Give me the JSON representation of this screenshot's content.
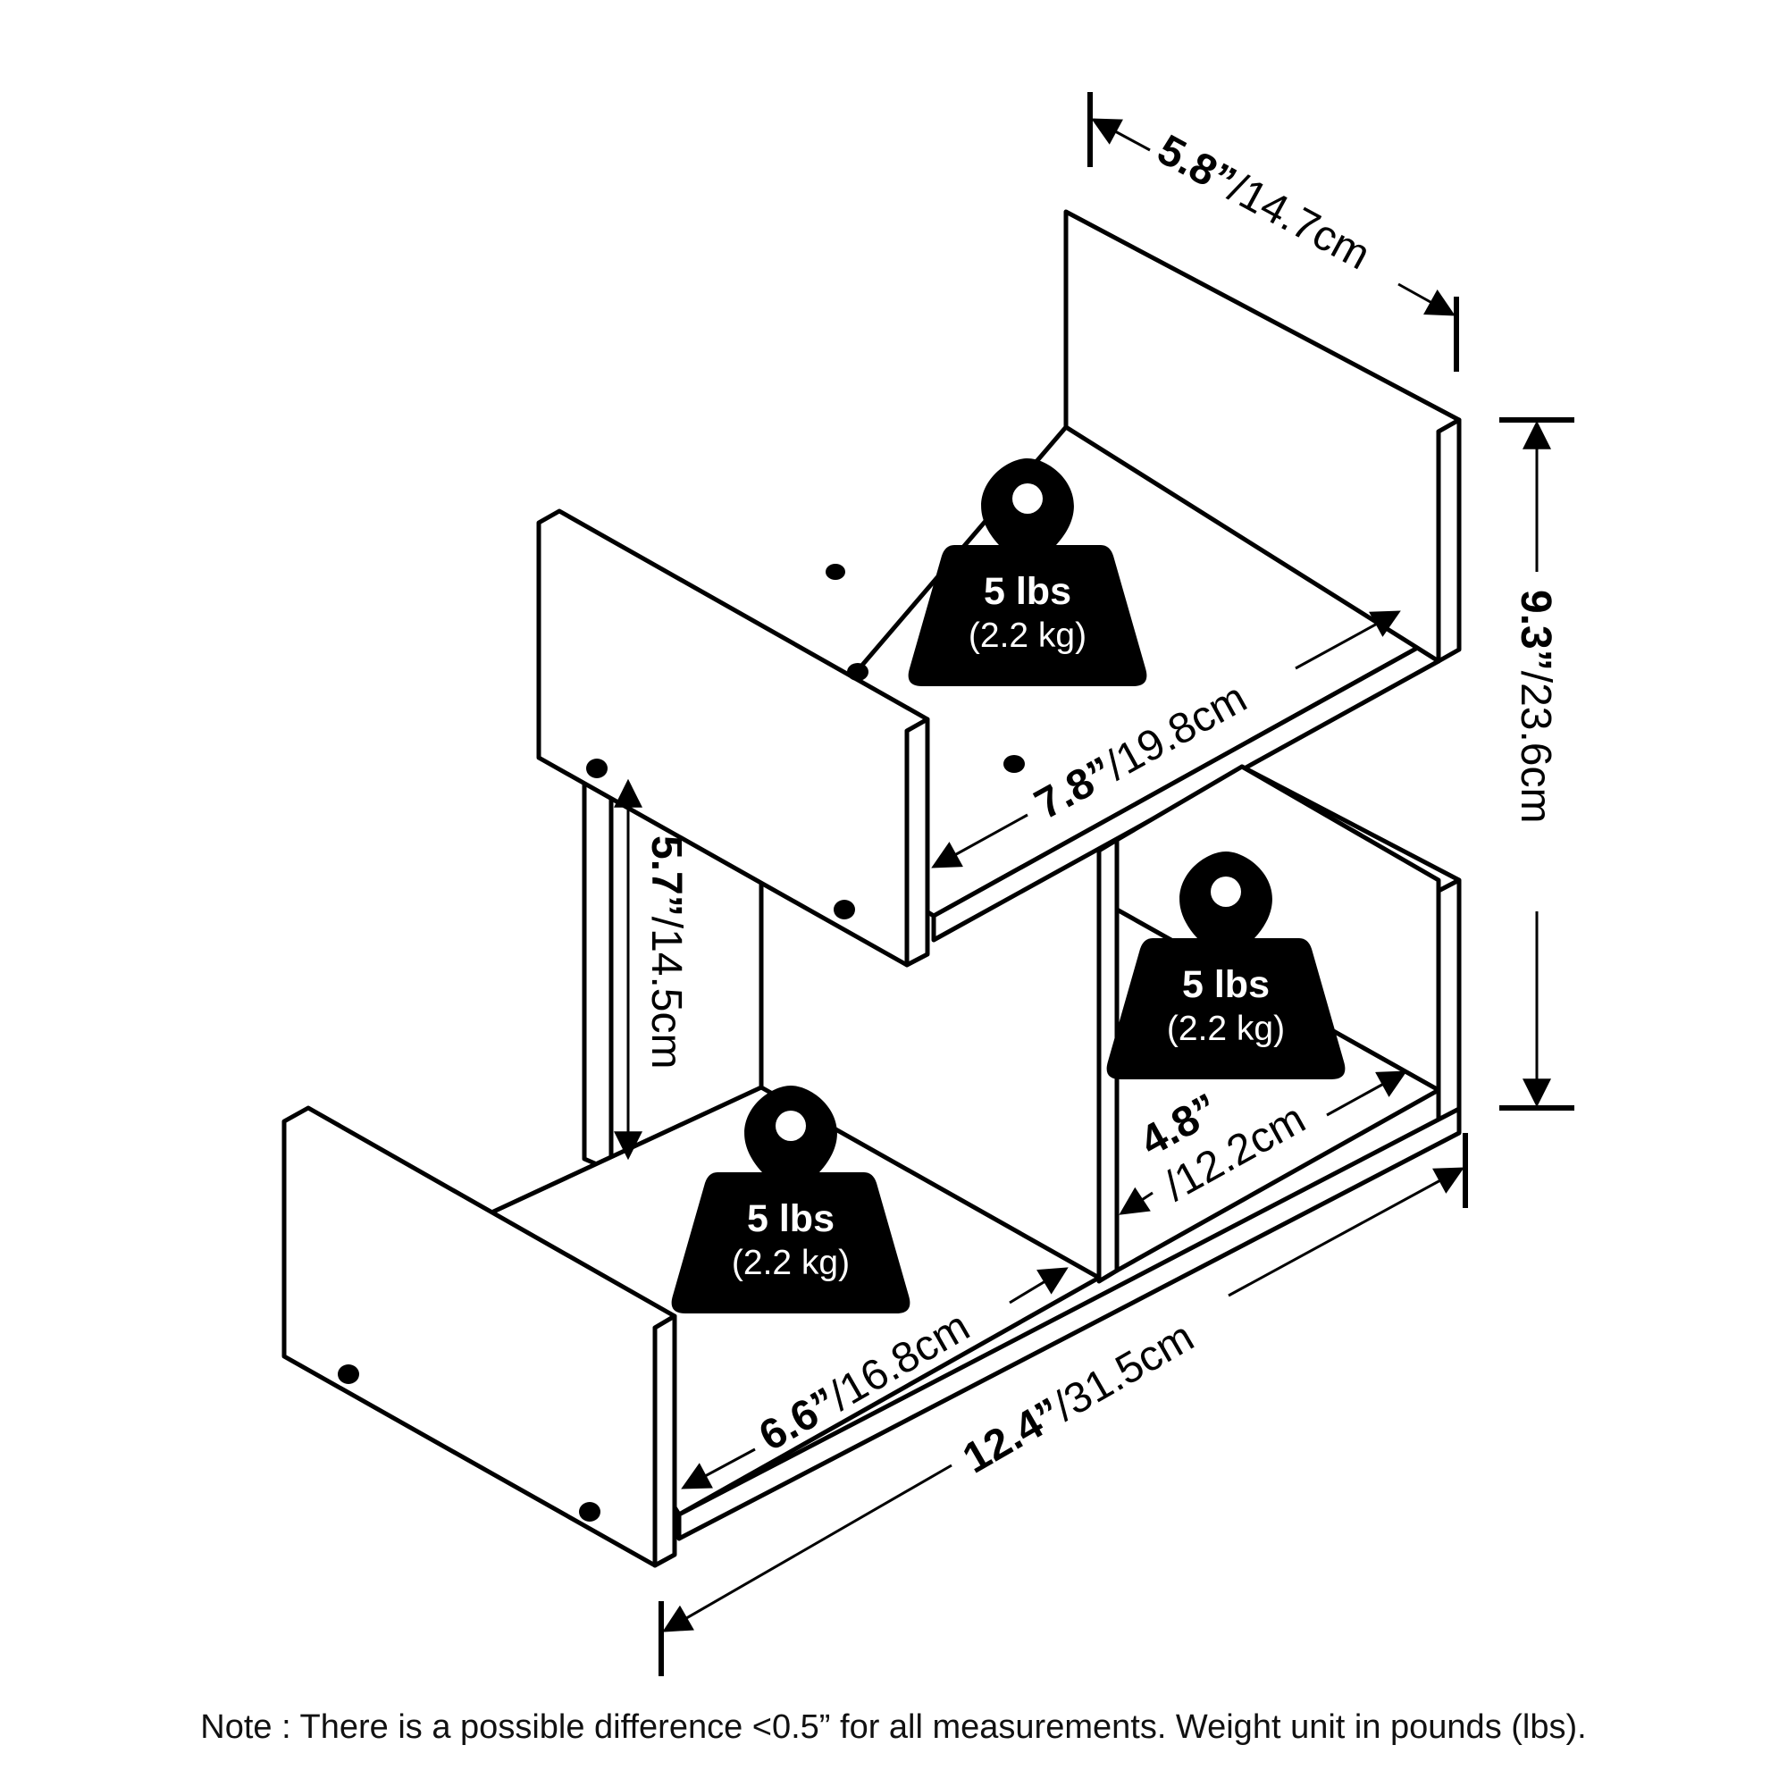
{
  "dimensions": {
    "top_depth": {
      "inch": "5.8”",
      "cm": "/14.7cm"
    },
    "top_width": {
      "inch": "7.8”",
      "cm": "/19.8cm"
    },
    "total_height": {
      "inch": "9.3”",
      "cm": "/23.6cm"
    },
    "inner_height": {
      "inch": "5.7”",
      "cm": "/14.5cm"
    },
    "right_width": {
      "inch": "4.8”",
      "cm": "/12.2cm"
    },
    "bottom_width": {
      "inch": "6.6”",
      "cm": "/16.8cm"
    },
    "total_width": {
      "inch": "12.4”",
      "cm": "/31.5cm"
    }
  },
  "weights": [
    {
      "lbs": "5 lbs",
      "kg": "(2.2 kg)"
    },
    {
      "lbs": "5 lbs",
      "kg": "(2.2 kg)"
    },
    {
      "lbs": "5 lbs",
      "kg": "(2.2 kg)"
    }
  ],
  "note": "Note : There is a possible difference <0.5” for all measurements. Weight unit in pounds (lbs)."
}
